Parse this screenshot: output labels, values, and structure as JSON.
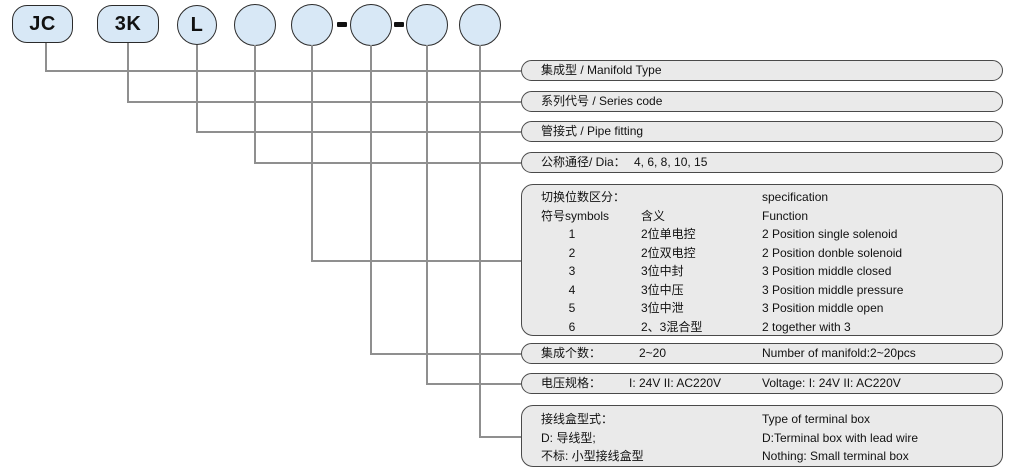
{
  "code_bubbles": [
    {
      "label": "JC"
    },
    {
      "label": "3K"
    },
    {
      "label": "L"
    },
    {
      "label": ""
    },
    {
      "label": ""
    },
    {
      "label": ""
    },
    {
      "label": ""
    },
    {
      "label": ""
    }
  ],
  "separator": "-",
  "rows": {
    "manifold_type": "集成型 / Manifold Type",
    "series_code": "系列代号 / Series code",
    "pipe_fitting": "管接式 / Pipe fitting",
    "diameter_label": "公称通径/ Dia：",
    "diameter_value": "4, 6, 8, 10, 15",
    "manifold_count_label": "集成个数：",
    "manifold_count_value": "2~20",
    "manifold_count_en": "Number of manifold:2~20pcs",
    "voltage_label": "电压规格：",
    "voltage_value": "I: 24V  II: AC220V",
    "voltage_en": "Voltage: I: 24V  II: AC220V"
  },
  "position_table": {
    "title_zh": "切换位数区分：",
    "title_en": "specification",
    "col_symbol": "符号symbols",
    "col_meaning": "含义",
    "col_function": "Function",
    "rows": [
      {
        "symbol": "1",
        "meaning": "2位单电控",
        "function": "2 Position single solenoid"
      },
      {
        "symbol": "2",
        "meaning": "2位双电控",
        "function": "2 Position donble solenoid"
      },
      {
        "symbol": "3",
        "meaning": "3位中封",
        "function": "3 Position middle closed"
      },
      {
        "symbol": "4",
        "meaning": "3位中压",
        "function": "3 Position middle pressure"
      },
      {
        "symbol": "5",
        "meaning": "3位中泄",
        "function": "3 Position middle open"
      },
      {
        "symbol": "6",
        "meaning": "2、3混合型",
        "function": "2 together with 3"
      }
    ]
  },
  "terminal_box": {
    "title_zh": "接线盒型式：",
    "title_en": "Type of terminal box",
    "line2_zh": "D: 导线型;",
    "line2_en": "D:Terminal box with lead wire",
    "line3_zh": "不标: 小型接线盒型",
    "line3_en": "Nothing: Small terminal box"
  },
  "colors": {
    "bubble_fill": "#d8e8f6",
    "box_fill": "#eaeaea",
    "line_gray": "#8f8f8f"
  }
}
